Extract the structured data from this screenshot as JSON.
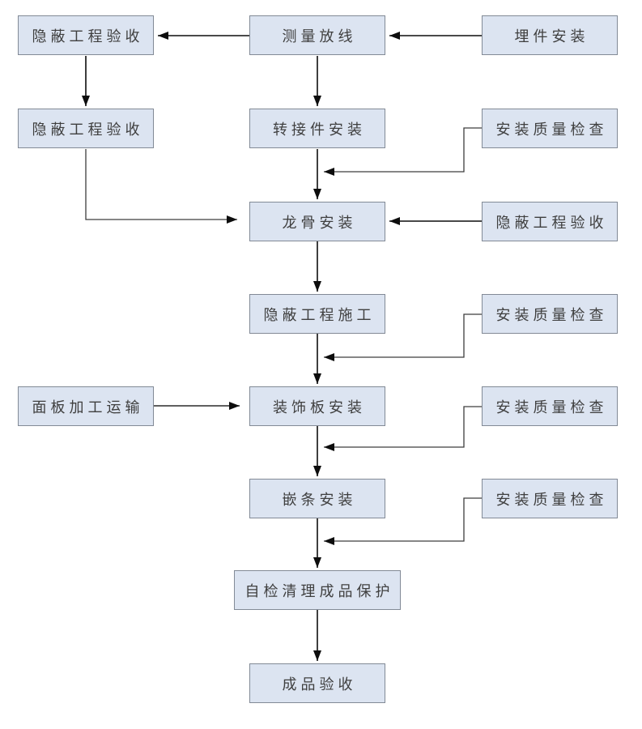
{
  "diagram": {
    "type": "flowchart",
    "background_color": "#ffffff",
    "node_fill_color": "#dce4f1",
    "node_border_color": "#828a96",
    "node_text_color": "#3f3f3f",
    "arrow_color": "#0d0d0d",
    "connector_color": "#3d3d3d",
    "nodes": [
      {
        "id": "hidden-work-acceptance-1",
        "label": "隐蔽工程验收",
        "column": "left",
        "row": 1
      },
      {
        "id": "survey-layout",
        "label": "测量放线",
        "column": "center",
        "row": 1
      },
      {
        "id": "embed-part-install",
        "label": "埋件安装",
        "column": "right",
        "row": 1
      },
      {
        "id": "hidden-work-acceptance-2",
        "label": "隐蔽工程验收",
        "column": "left",
        "row": 2
      },
      {
        "id": "adapter-install",
        "label": "转接件安装",
        "column": "center",
        "row": 2
      },
      {
        "id": "install-quality-check-1",
        "label": "安装质量检查",
        "column": "right",
        "row": 2
      },
      {
        "id": "keel-install",
        "label": "龙骨安装",
        "column": "center",
        "row": 3
      },
      {
        "id": "hidden-work-acceptance-3",
        "label": "隐蔽工程验收",
        "column": "right",
        "row": 3
      },
      {
        "id": "hidden-work-construction",
        "label": "隐蔽工程施工",
        "column": "center",
        "row": 4
      },
      {
        "id": "install-quality-check-2",
        "label": "安装质量检查",
        "column": "right",
        "row": 4
      },
      {
        "id": "panel-process-transport",
        "label": "面板加工运输",
        "column": "left",
        "row": 5
      },
      {
        "id": "decor-panel-install",
        "label": "装饰板安装",
        "column": "center",
        "row": 5
      },
      {
        "id": "install-quality-check-3",
        "label": "安装质量检查",
        "column": "right",
        "row": 5
      },
      {
        "id": "trim-strip-install",
        "label": "嵌条安装",
        "column": "center",
        "row": 6
      },
      {
        "id": "install-quality-check-4",
        "label": "安装质量检查",
        "column": "right",
        "row": 6
      },
      {
        "id": "self-check-clean-protect",
        "label": "自检清理成品保护",
        "column": "center",
        "row": 7
      },
      {
        "id": "finished-product-acceptance",
        "label": "成品验收",
        "column": "center",
        "row": 8
      }
    ],
    "edges": [
      {
        "from": "embed-part-install",
        "to": "survey-layout",
        "shape": "straight"
      },
      {
        "from": "survey-layout",
        "to": "hidden-work-acceptance-1",
        "shape": "straight"
      },
      {
        "from": "hidden-work-acceptance-1",
        "to": "hidden-work-acceptance-2",
        "shape": "straight"
      },
      {
        "from": "survey-layout",
        "to": "adapter-install",
        "shape": "straight"
      },
      {
        "from": "adapter-install",
        "to": "keel-install",
        "shape": "straight"
      },
      {
        "from": "install-quality-check-1",
        "to": "adapter-install->keel-install",
        "shape": "elbow"
      },
      {
        "from": "hidden-work-acceptance-2",
        "to": "keel-install",
        "shape": "elbow"
      },
      {
        "from": "hidden-work-acceptance-3",
        "to": "keel-install",
        "shape": "straight"
      },
      {
        "from": "keel-install",
        "to": "hidden-work-construction",
        "shape": "straight"
      },
      {
        "from": "install-quality-check-2",
        "to": "hidden-work-construction->decor-panel-install",
        "shape": "elbow"
      },
      {
        "from": "hidden-work-construction",
        "to": "decor-panel-install",
        "shape": "straight"
      },
      {
        "from": "panel-process-transport",
        "to": "decor-panel-install",
        "shape": "straight"
      },
      {
        "from": "install-quality-check-3",
        "to": "decor-panel-install->trim-strip-install",
        "shape": "elbow"
      },
      {
        "from": "decor-panel-install",
        "to": "trim-strip-install",
        "shape": "straight"
      },
      {
        "from": "install-quality-check-4",
        "to": "trim-strip-install->self-check-clean-protect",
        "shape": "elbow"
      },
      {
        "from": "trim-strip-install",
        "to": "self-check-clean-protect",
        "shape": "straight"
      },
      {
        "from": "self-check-clean-protect",
        "to": "finished-product-acceptance",
        "shape": "straight"
      }
    ]
  }
}
